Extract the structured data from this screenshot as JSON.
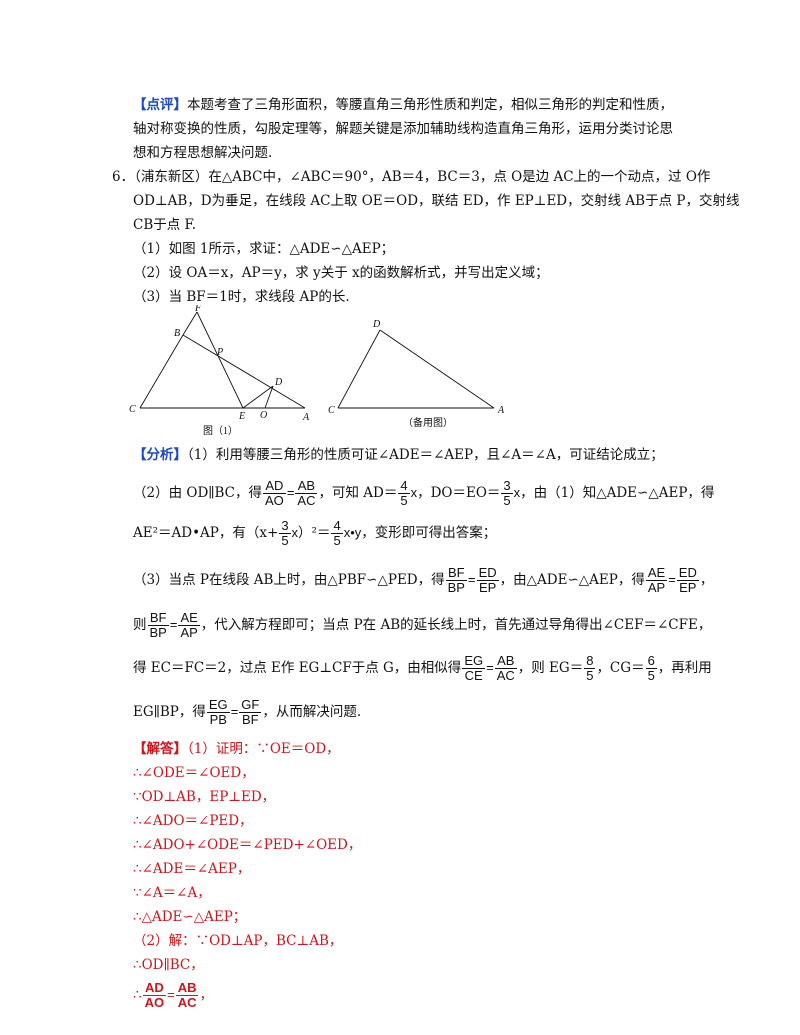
{
  "review": {
    "tag": "【点评】",
    "line1": "本题考查了三角形面积，等腰直角三角形性质和判定，相似三角形的判定和性质，",
    "line2": "轴对称变换的性质，勾股定理等，解题关键是添加辅助线构造直角三角形，运用分类讨论思",
    "line3": "想和方程思想解决问题."
  },
  "problem": {
    "number": "6．",
    "source": "（浦东新区）",
    "line1": "在△ABC中，∠ABC＝90°，AB＝4，BC＝3，点 O是边 AC上的一个动点，过 O作",
    "line2": "OD⊥AB，D为垂足，在线段 AC上取 OE＝OD，联结 ED，作 EP⊥ED，交射线 AB于点 P，交射线",
    "line3": "CB于点 F.",
    "q1": "（1）如图 1所示，求证：△ADE∽△AEP；",
    "q2": "（2）设 OA＝x，AP＝y，求 y关于 x的函数解析式，并写出定义域；",
    "q3": "（3）当 BF＝1时，求线段 AP的长."
  },
  "figure1": {
    "labels": [
      "F",
      "B",
      "P",
      "D",
      "C",
      "E",
      "O",
      "A"
    ],
    "caption": "图（1）"
  },
  "figure2": {
    "labels": [
      "D",
      "C",
      "A"
    ],
    "caption": "（备用图）"
  },
  "analysis": {
    "tag": "【分析】",
    "l1": "（1）利用等腰三角形的性质可证∠ADE＝∠AEP，且∠A＝∠A，可证结论成立；",
    "l2a": "（2）由 OD∥BC，得",
    "l2b": "，可知 AD＝",
    "l2c": "，DO＝EO＝",
    "l2d": "，由（1）知△ADE∽△AEP，得",
    "l3a": "AE²＝AD•AP，有（x+",
    "l3b": "）²＝",
    "l3c": "，变形即可得出答案；",
    "l4a": "（3）当点 P在线段 AB上时，由△PBF∽△PED，得",
    "l4b": "，由△ADE∽△AEP，得",
    "l5a": "则",
    "l5b": "，代入解方程即可；当点 P在 AB的延长线上时，首先通过导角得出∠CEF＝∠CFE，",
    "l6a": "得 EC＝FC＝2，过点 E作 EG⊥CF于点 G，由相似得",
    "l6b": "，则 EG＝",
    "l6c": "，CG＝",
    "l6d": "，再利用",
    "l7a": "EG∥BP，得",
    "l7b": "，从而解决问题.",
    "f_ad_ao": {
      "num": "AD",
      "den": "AO"
    },
    "f_ab_ac": {
      "num": "AB",
      "den": "AC"
    },
    "f_4_5": {
      "num": "4",
      "den": "5"
    },
    "f_3_5": {
      "num": "3",
      "den": "5"
    },
    "x": "x",
    "xy": "x•y",
    "f_bf_bp": {
      "num": "BF",
      "den": "BP"
    },
    "f_ed_ep": {
      "num": "ED",
      "den": "EP"
    },
    "f_ae_ap": {
      "num": "AE",
      "den": "AP"
    },
    "f_eg_ce": {
      "num": "EG",
      "den": "CE"
    },
    "f_8_5": {
      "num": "8",
      "den": "5"
    },
    "f_6_5": {
      "num": "6",
      "den": "5"
    },
    "f_eg_pb": {
      "num": "EG",
      "den": "PB"
    },
    "f_gf_bf": {
      "num": "GF",
      "den": "BF"
    }
  },
  "solution": {
    "tag": "【解答】",
    "s1": "（1）证明：∵OE＝OD，",
    "s2": "∴∠ODE＝∠OED，",
    "s3": "∵OD⊥AB，EP⊥ED，",
    "s4": "∴∠ADO＝∠PED，",
    "s5": "∴∠ADO+∠ODE＝∠PED+∠OED，",
    "s6": "∴∠ADE＝∠AEP，",
    "s7": "∵∠A＝∠A，",
    "s8": "∴△ADE∽△AEP；",
    "s9": "（2）解：∵OD⊥AP，BC⊥AB，",
    "s10": "∴OD∥BC，",
    "s11": "∴",
    "f_ad_ao": {
      "num": "AD",
      "den": "AO"
    },
    "f_ab_ac": {
      "num": "AB",
      "den": "AC"
    }
  }
}
